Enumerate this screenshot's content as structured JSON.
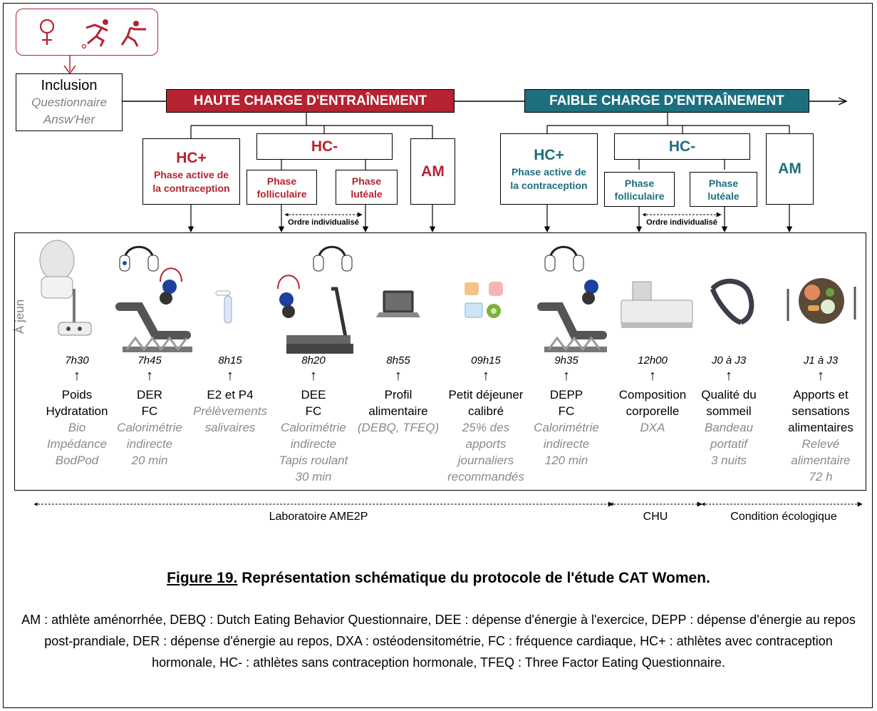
{
  "inclusion": {
    "title": "Inclusion",
    "sub1": "Questionnaire",
    "sub2": "Answ'Her"
  },
  "high": {
    "banner": "HAUTE CHARGE D'ENTRAÎNEMENT",
    "hcplus": "HC+",
    "hcplus_sub1": "Phase active de",
    "hcplus_sub2": "la contraception",
    "hcminus": "HC-",
    "foll1": "Phase",
    "foll2": "folliculaire",
    "lut1": "Phase",
    "lut2": "lutéale",
    "am": "AM",
    "order": "Ordre individualisé"
  },
  "low": {
    "banner": "FAIBLE CHARGE D'ENTRAÎNEMENT",
    "hcplus": "HC+",
    "hcplus_sub1": "Phase active de",
    "hcplus_sub2": "la contraception",
    "hcminus": "HC-",
    "foll1": "Phase",
    "foll2": "folliculaire",
    "lut1": "Phase",
    "lut2": "lutéale",
    "am": "AM",
    "order": "Ordre individualisé"
  },
  "fasting": "À jeun",
  "steps": [
    {
      "time": "7h30",
      "l1": "Poids",
      "l2": "Hydratation",
      "g1": "Bio",
      "g2": "Impédance",
      "g3": "BodPod",
      "g4": ""
    },
    {
      "time": "7h45",
      "l1": "DER",
      "l2": "FC",
      "g1": "Calorimétrie",
      "g2": "indirecte",
      "g3": "20 min",
      "g4": ""
    },
    {
      "time": "8h15",
      "l1": "E2 et P4",
      "l2": "",
      "g1": "Prélèvements",
      "g2": "salivaires",
      "g3": "",
      "g4": ""
    },
    {
      "time": "8h20",
      "l1": "DEE",
      "l2": "FC",
      "g1": "Calorimétrie",
      "g2": "indirecte",
      "g3": "Tapis roulant",
      "g4": "30 min"
    },
    {
      "time": "8h55",
      "l1": "Profil",
      "l2": "alimentaire",
      "g1": "(DEBQ, TFEQ)",
      "g2": "",
      "g3": "",
      "g4": ""
    },
    {
      "time": "09h15",
      "l1": "Petit déjeuner",
      "l2": "calibré",
      "g1": "25% des",
      "g2": "apports",
      "g3": "journaliers",
      "g4": "recommandés"
    },
    {
      "time": "9h35",
      "l1": "DEPP",
      "l2": "FC",
      "g1": "Calorimétrie",
      "g2": "indirecte",
      "g3": "120 min",
      "g4": ""
    },
    {
      "time": "12h00",
      "l1": "Composition",
      "l2": "corporelle",
      "g1": "DXA",
      "g2": "",
      "g3": "",
      "g4": ""
    },
    {
      "time": "J0 à J3",
      "l1": "Qualité du",
      "l2": "sommeil",
      "g1": "Bandeau",
      "g2": "portatif",
      "g3": "3 nuits",
      "g4": ""
    },
    {
      "time": "J1 à J3",
      "l1": "Apports et",
      "l2": "sensations",
      "l3": "alimentaires",
      "g1": "Relevé",
      "g2": "alimentaire",
      "g3": "72 h",
      "g4": ""
    }
  ],
  "locations": {
    "lab": "Laboratoire AME2P",
    "chu": "CHU",
    "eco": "Condition écologique"
  },
  "caption": {
    "label": "Figure 19.",
    "title": " Représentation schématique du protocole de l'étude CAT Women.",
    "legend": "AM : athlète aménorrhée, DEBQ : Dutch Eating Behavior Questionnaire, DEE : dépense d'énergie à l'exercice, DEPP : dépense d'énergie au repos post-prandiale, DER : dépense d'énergie au repos, DXA : ostéodensitométrie, FC : fréquence cardiaque, HC+ : athlètes avec contraception hormonale, HC- : athlètes sans contraception hormonale, TFEQ : Three Factor Eating Questionnaire."
  },
  "colors": {
    "high": "#b52230",
    "low": "#1d6f7e",
    "gray": "#808080"
  },
  "icons": [
    "female-symbol-icon",
    "runner-icon",
    "fencer-icon",
    "bioimpedance-scale-icon",
    "headset-icon",
    "lounge-chair-icon",
    "test-tube-icon",
    "treadmill-icon",
    "laptop-icon",
    "breakfast-icon",
    "dxa-scanner-icon",
    "sleep-headband-icon",
    "meal-plate-icon"
  ]
}
